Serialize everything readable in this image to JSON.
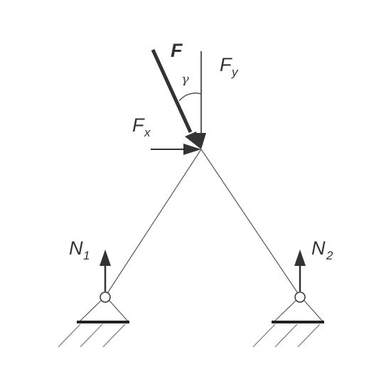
{
  "labels": {
    "force": "F",
    "angle": "γ",
    "fx_main": "F",
    "fx_sub": "x",
    "fy_main": "F",
    "fy_sub": "y",
    "n1_main": "N",
    "n1_sub": "1",
    "n2_main": "N",
    "n2_sub": "2"
  },
  "colors": {
    "arrow": "#333333",
    "member": "#555555",
    "text": "#333333",
    "background": "#ffffff"
  },
  "icons": {
    "left_support": "pin-support-icon",
    "right_support": "pin-support-icon"
  }
}
